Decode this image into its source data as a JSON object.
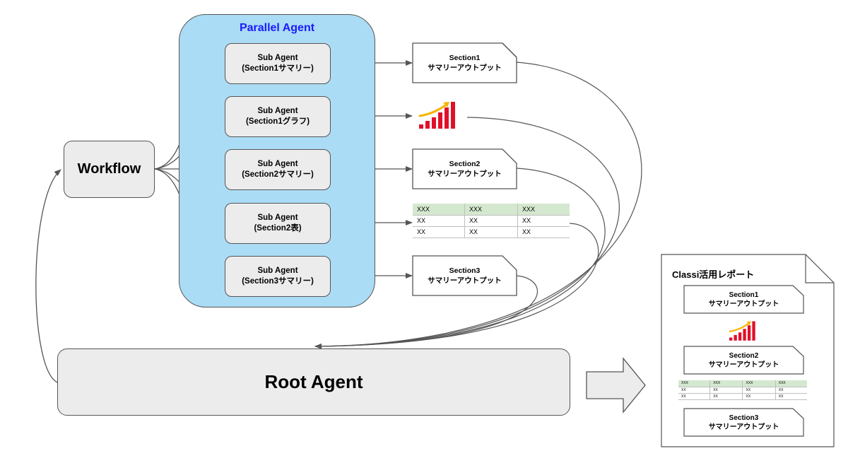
{
  "parallel_agent": {
    "title": "Parallel Agent"
  },
  "workflow": {
    "label": "Workflow"
  },
  "root_agent": {
    "label": "Root Agent"
  },
  "sub_agents": [
    {
      "line1": "Sub Agent",
      "line2": "(Section1サマリー)"
    },
    {
      "line1": "Sub Agent",
      "line2": "(Section1グラフ)"
    },
    {
      "line1": "Sub Agent",
      "line2": "(Section2サマリー)"
    },
    {
      "line1": "Sub Agent",
      "line2": "(Section2表)"
    },
    {
      "line1": "Sub Agent",
      "line2": "(Section3サマリー)"
    }
  ],
  "outputs": {
    "section1": {
      "line1": "Section1",
      "line2": "サマリーアウトプット"
    },
    "section2": {
      "line1": "Section2",
      "line2": "サマリーアウトプット"
    },
    "section3": {
      "line1": "Section3",
      "line2": "サマリーアウトプット"
    },
    "table": {
      "header": [
        "XXX",
        "XXX",
        "XXX"
      ],
      "rows": [
        [
          "XX",
          "XX",
          "XX"
        ],
        [
          "XX",
          "XX",
          "XX"
        ]
      ]
    }
  },
  "report": {
    "title": "Classi活用レポート",
    "section1": {
      "line1": "Section1",
      "line2": "サマリーアウトプット"
    },
    "section2": {
      "line1": "Section2",
      "line2": "サマリーアウトプット"
    },
    "section3": {
      "line1": "Section3",
      "line2": "サマリーアウトプット"
    },
    "table": {
      "header": [
        "XXX",
        "XXX",
        "XXX",
        "XXX"
      ],
      "rows": [
        [
          "XX",
          "XX",
          "XX",
          "XX"
        ],
        [
          "XX",
          "XX",
          "XX",
          "XX"
        ]
      ]
    }
  },
  "colors": {
    "parallel_fill": "#abdcf5",
    "parallel_title": "#1a1aff",
    "box_fill": "#ececec",
    "chart_bar": "#e0102a",
    "chart_arrow": "#f5b400",
    "table_header": "#d4e8cf"
  }
}
